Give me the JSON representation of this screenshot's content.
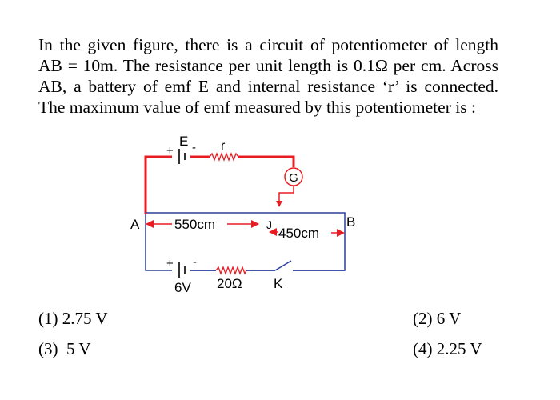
{
  "question": {
    "lines": [
      "In the given figure, there is a circuit of potentiometer of length",
      "AB = 10m. The resistance per unit length is 0.1Ω per cm. Across",
      "AB, a battery of emf E and internal resistance ‘r’ is connected.",
      "The maximum value of emf measured by this potentiometer is :"
    ]
  },
  "circuit": {
    "labels": {
      "emf": "E",
      "internal_resistance": "r",
      "galvanometer": "G",
      "point_a": "A",
      "point_b": "B",
      "point_j": "J",
      "length_aj": "550cm",
      "length_jb": "450cm",
      "cell_emf": "6V",
      "series_resistance": "20Ω",
      "key": "K",
      "plus_top": "+",
      "minus_top": "-",
      "plus_bottom": "+",
      "minus_bottom": "-"
    },
    "colors": {
      "primary_circuit": "#e81c23",
      "secondary_circuit": "#2b3f9e",
      "galvanometer": "#e81c23"
    }
  },
  "options": [
    {
      "label": "(1) 2.75 V"
    },
    {
      "label": "(2) 6 V"
    },
    {
      "label": "(3)  5 V"
    },
    {
      "label": "(4) 2.25 V"
    }
  ]
}
